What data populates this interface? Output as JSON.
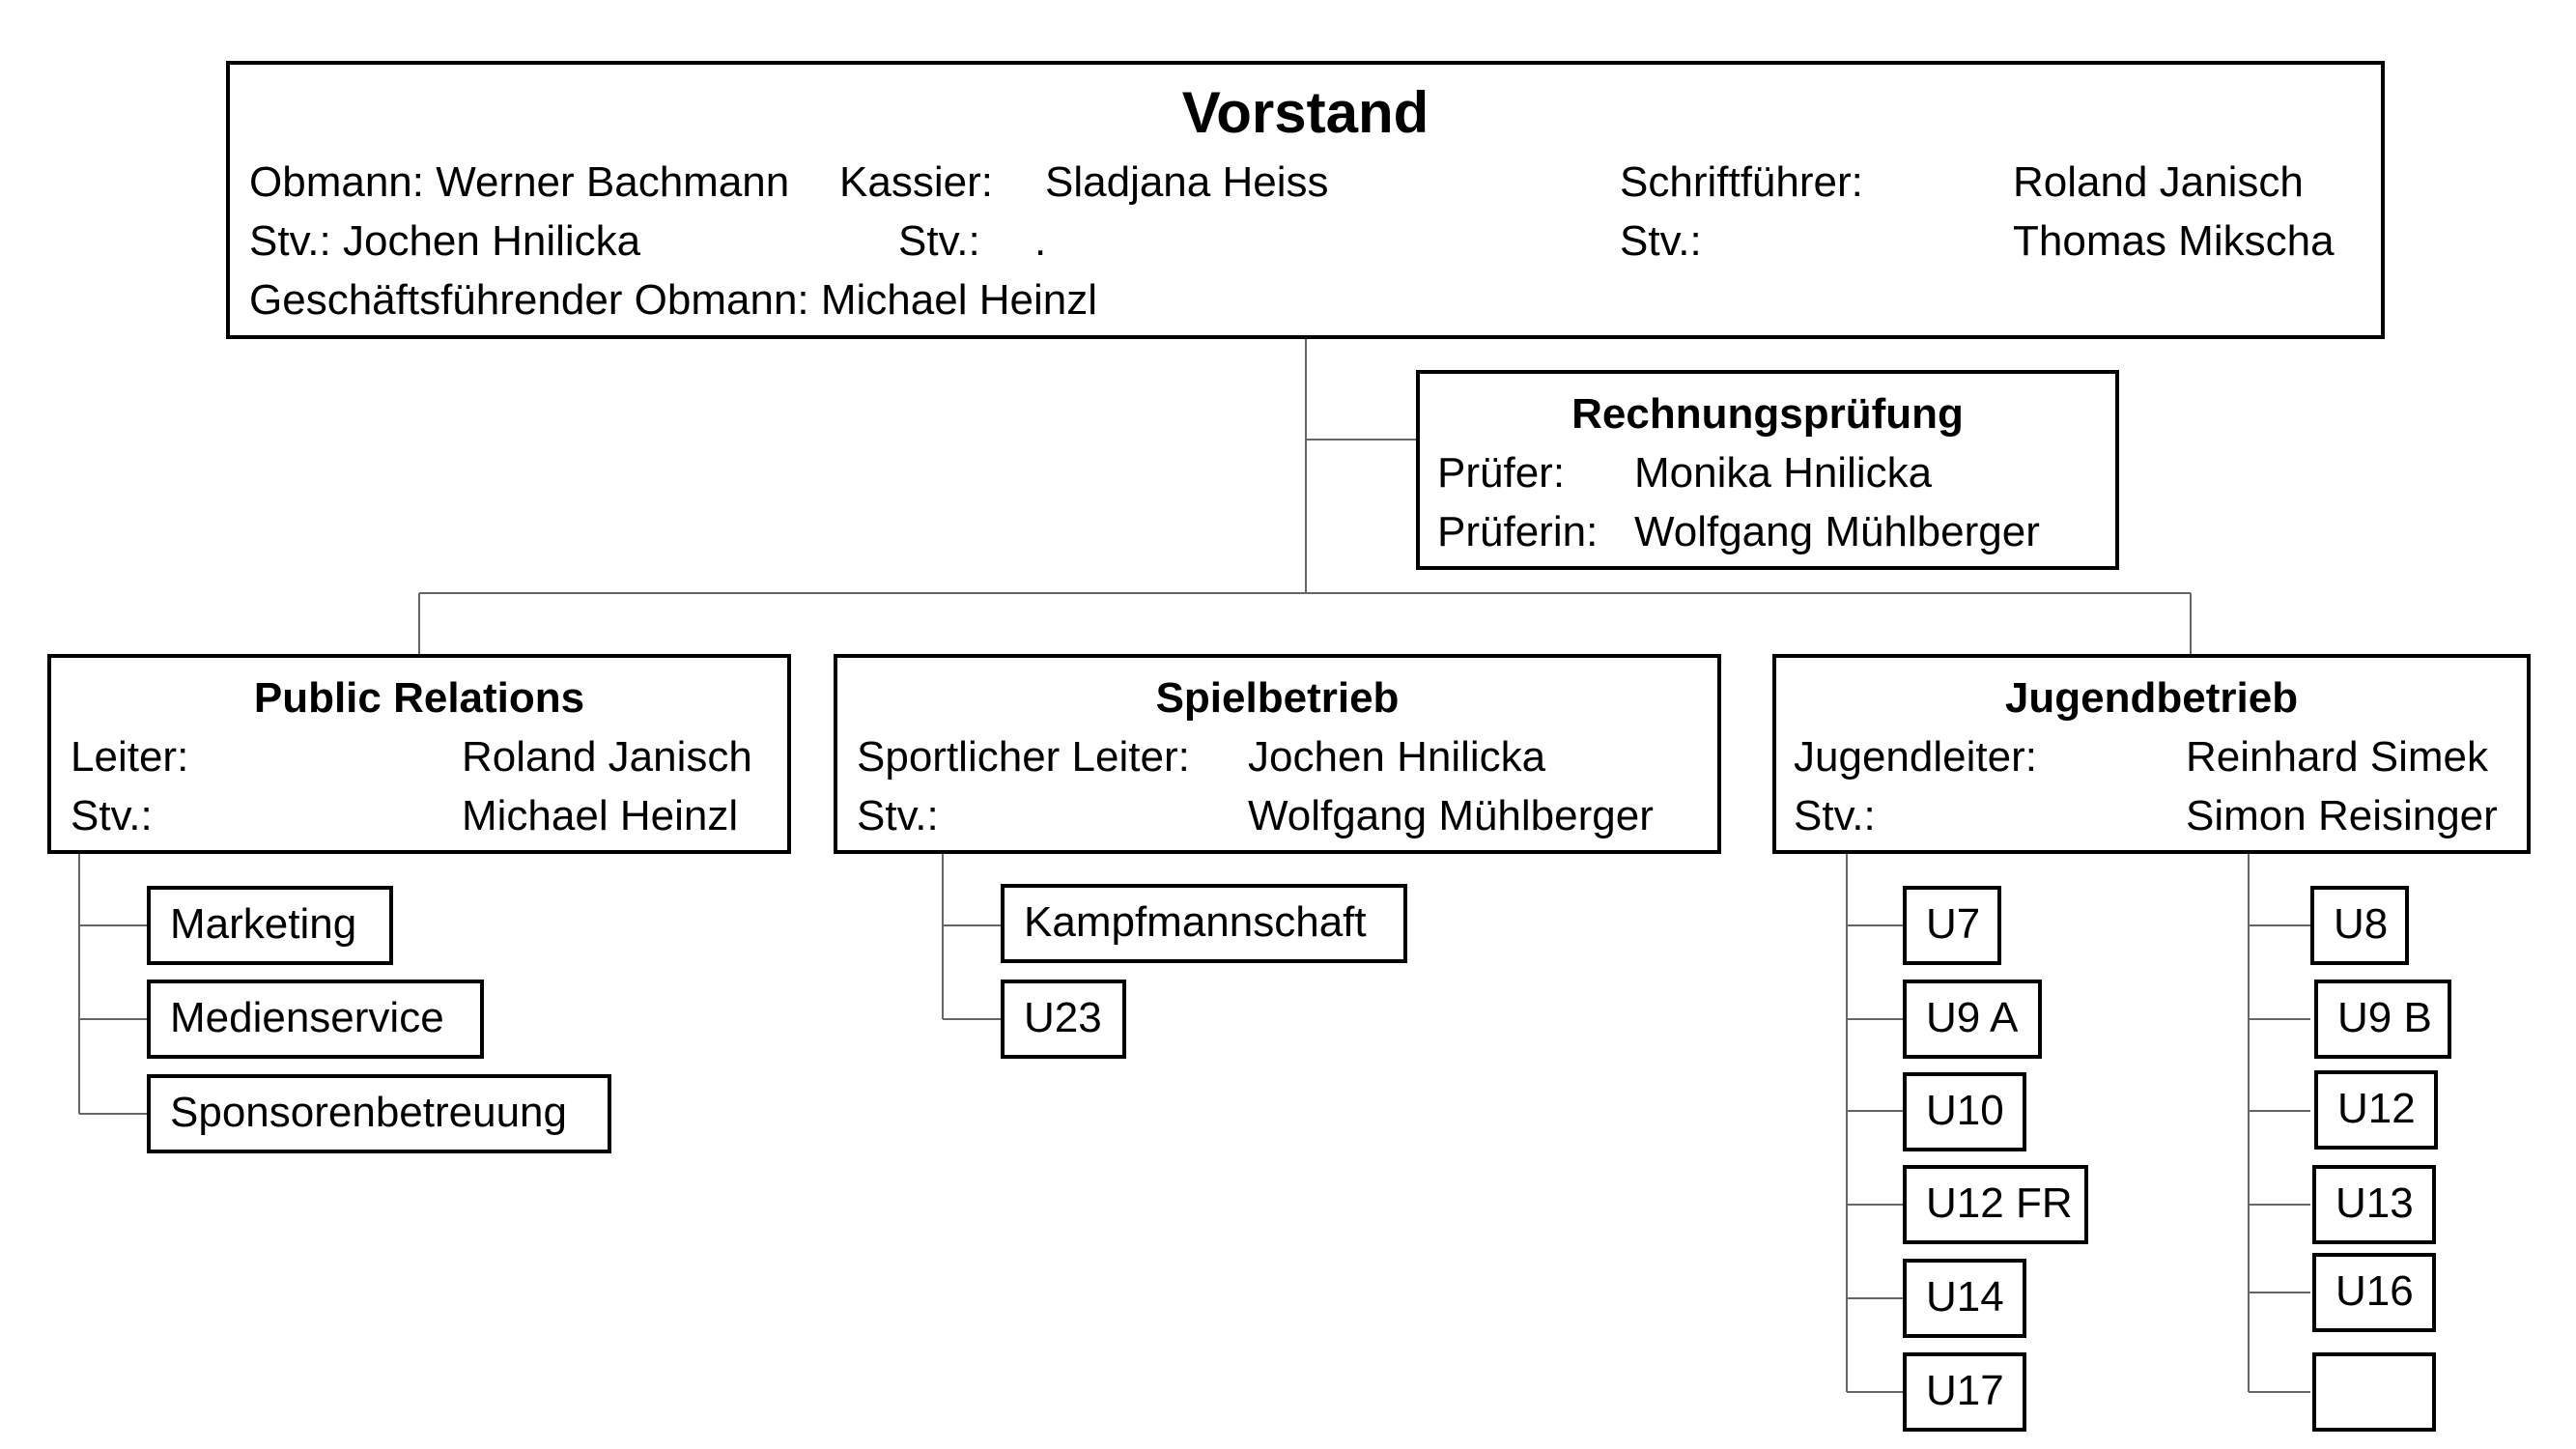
{
  "vorstand": {
    "title": "Vorstand",
    "obmann": "Obmann: Werner Bachmann",
    "kassier_label": "Kassier:",
    "kassier_name": "Sladjana Heiss",
    "schrift_label": "Schriftführer:",
    "schrift_name": "Roland Janisch",
    "stv1": "Stv.: Jochen Hnilicka",
    "stv2_label": "Stv.:",
    "stv2_name": ".",
    "stv3_label": "Stv.:",
    "stv3_name": "Thomas Mikscha",
    "gf": "Geschäftsführender Obmann: Michael Heinzl"
  },
  "rechnungspruefung": {
    "title": "Rechnungsprüfung",
    "r1_label": "Prüfer:",
    "r1_name": "Monika Hnilicka",
    "r2_label": "Prüferin:",
    "r2_name": "Wolfgang Mühlberger"
  },
  "pr": {
    "title": "Public Relations",
    "r1_label": "Leiter:",
    "r1_name": "Roland Janisch",
    "r2_label": "Stv.:",
    "r2_name": "Michael Heinzl",
    "items": [
      "Marketing",
      "Medienservice",
      "Sponsorenbetreuung"
    ]
  },
  "spiel": {
    "title": "Spielbetrieb",
    "r1_label": "Sportlicher Leiter:",
    "r1_name": "Jochen Hnilicka",
    "r2_label": "Stv.:",
    "r2_name": "Wolfgang Mühlberger",
    "items": [
      "Kampfmannschaft",
      "U23"
    ]
  },
  "jugend": {
    "title": "Jugendbetrieb",
    "r1_label": "Jugendleiter:",
    "r1_name": "Reinhard Simek",
    "r2_label": "Stv.:",
    "r2_name": "Simon Reisinger",
    "left_items": [
      "U7",
      "U9 A",
      "U10",
      "U12 FR",
      "U14",
      "U17"
    ],
    "right_items": [
      "U8",
      "U9 B",
      "U12",
      "U13",
      "U16",
      ""
    ]
  }
}
